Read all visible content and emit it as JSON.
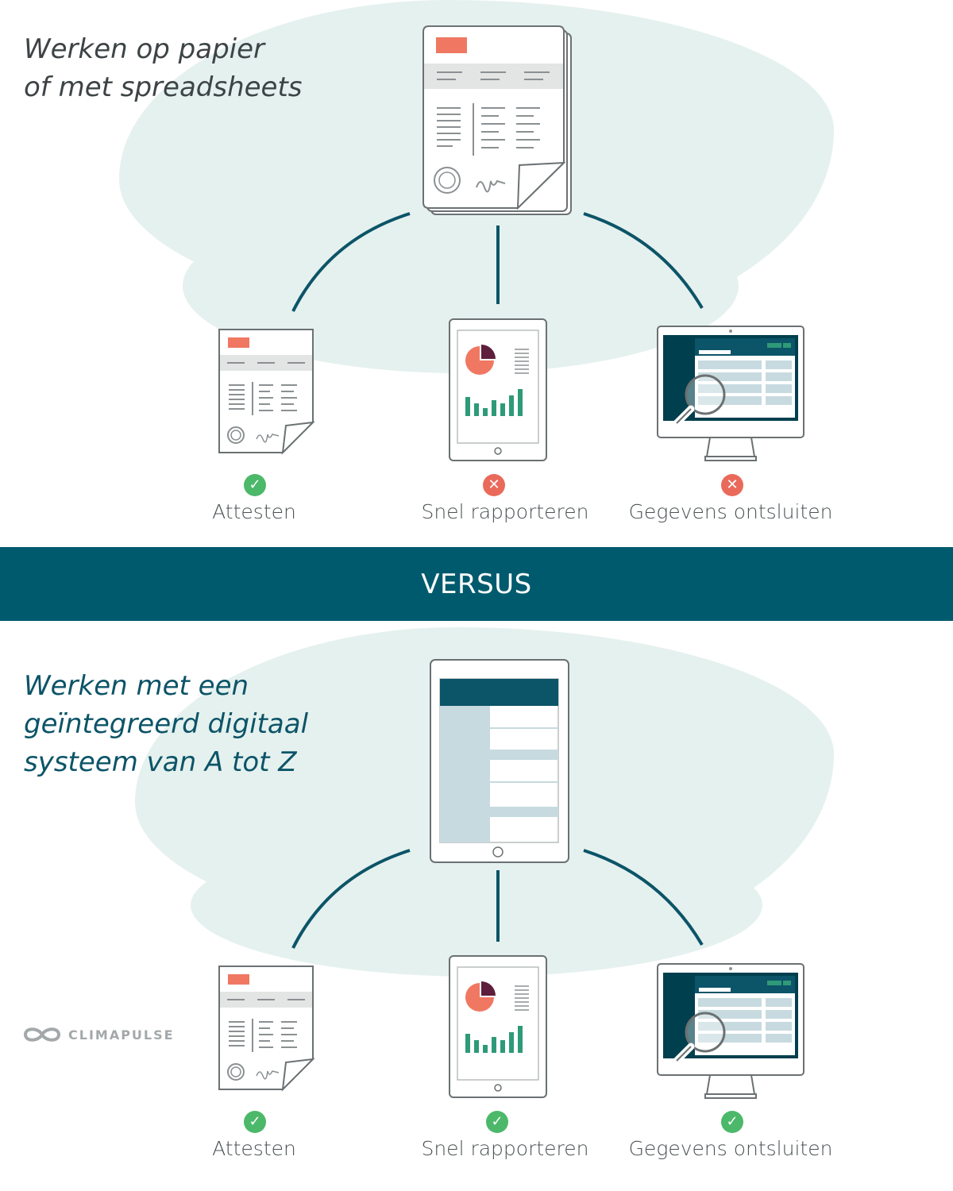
{
  "top": {
    "title_lines": [
      "Werken op papier",
      "of met spreadsheets"
    ],
    "items": [
      {
        "label": "Attesten",
        "status": "ok"
      },
      {
        "label": "Snel rapporteren",
        "status": "fail"
      },
      {
        "label": "Gegevens ontsluiten",
        "status": "fail"
      }
    ]
  },
  "divider": {
    "label": "VERSUS"
  },
  "bottom": {
    "title_lines": [
      "Werken met een",
      "geïntegreerd digitaal",
      "systeem van A tot Z"
    ],
    "items": [
      {
        "label": "Attesten",
        "status": "ok"
      },
      {
        "label": "Snel rapporteren",
        "status": "ok"
      },
      {
        "label": "Gegevens ontsluiten",
        "status": "ok"
      }
    ]
  },
  "brand": {
    "name": "CLIMAPULSE"
  },
  "icons": {
    "source_top": "paper-stack-icon",
    "source_bottom": "tablet-table-icon",
    "check": "checkmark-icon",
    "cross": "cross-icon"
  },
  "colors": {
    "accent": "#005a6e",
    "ok": "#4cb86a",
    "fail": "#e96a5a",
    "red_tag": "#f07862",
    "bar_green": "#2e9a78"
  }
}
